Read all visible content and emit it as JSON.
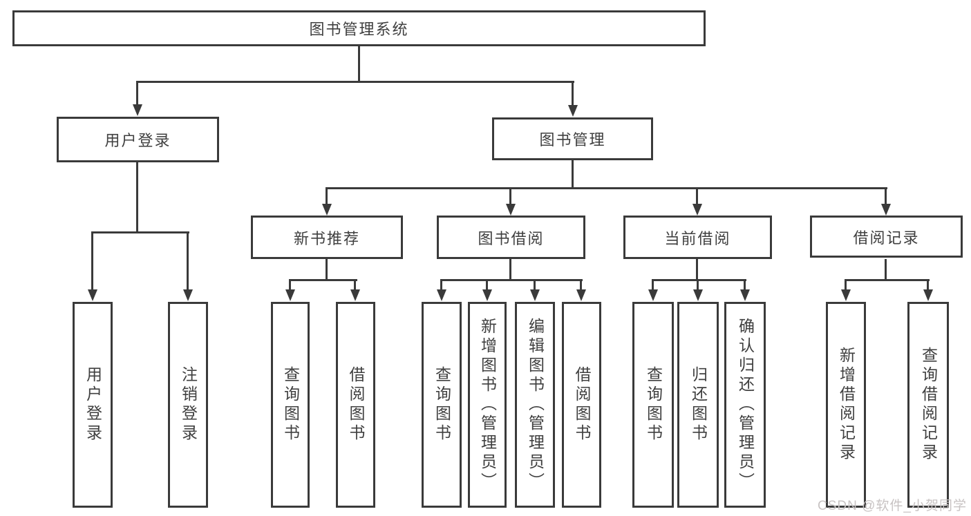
{
  "diagram": {
    "type": "hierarchy-tree",
    "title": "图书管理系统"
  },
  "colors": {
    "line": "#3a3a3a",
    "text": "#3f3f3f",
    "background": "#ffffff",
    "watermark": "#c8c3c3"
  },
  "tree": {
    "root": {
      "label": "图书管理系统"
    },
    "branches": [
      {
        "label": "用户登录",
        "children": [
          {
            "label": "用户登录"
          },
          {
            "label": "注销登录"
          }
        ]
      },
      {
        "label": "图书管理",
        "children": [
          {
            "label": "新书推荐",
            "children": [
              {
                "label": "查询图书"
              },
              {
                "label": "借阅图书"
              }
            ]
          },
          {
            "label": "图书借阅",
            "children": [
              {
                "label": "查询图书"
              },
              {
                "label": "新增图书（管理员）"
              },
              {
                "label": "编辑图书（管理员）"
              },
              {
                "label": "借阅图书"
              }
            ]
          },
          {
            "label": "当前借阅",
            "children": [
              {
                "label": "查询图书"
              },
              {
                "label": "归还图书"
              },
              {
                "label": "确认归还（管理员）"
              }
            ]
          },
          {
            "label": "借阅记录",
            "children": [
              {
                "label": "新增借阅记录"
              },
              {
                "label": "查询借阅记录"
              }
            ]
          }
        ]
      }
    ]
  },
  "watermark": {
    "text": "CSDN @软件_小贺同学"
  }
}
